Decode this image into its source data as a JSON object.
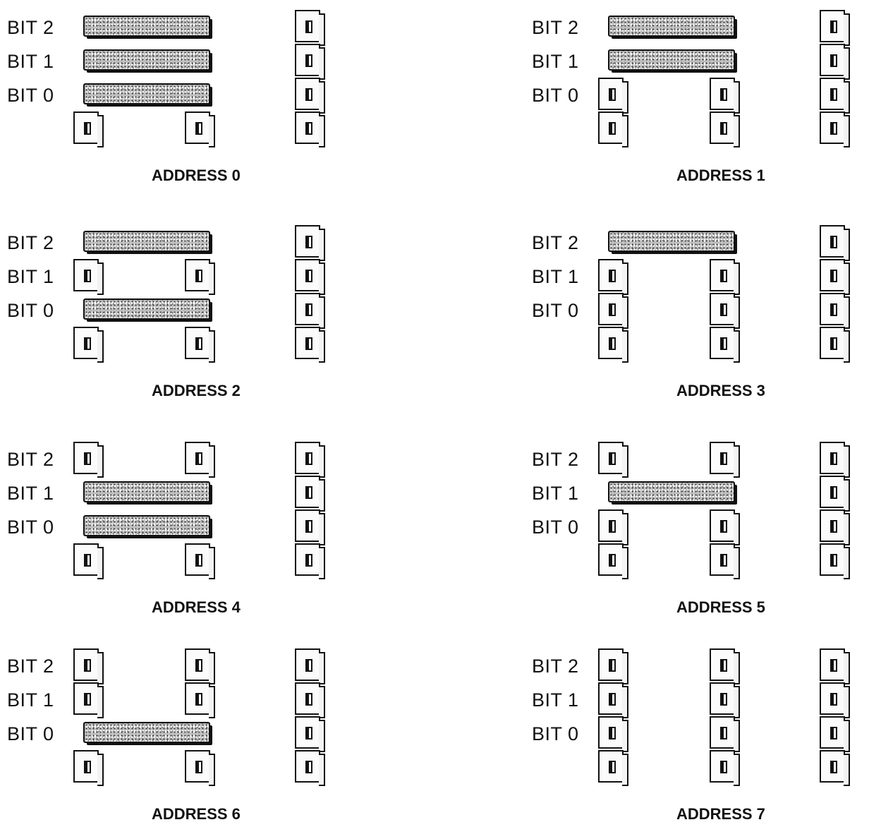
{
  "bit_labels": [
    "BIT 2",
    "BIT 1",
    "BIT 0"
  ],
  "panels": [
    {
      "address_label": "ADDRESS 0",
      "fill": [
        [
          true,
          true,
          true,
          false
        ],
        [
          true,
          true,
          true,
          false
        ],
        [
          false,
          false,
          false,
          false
        ]
      ]
    },
    {
      "address_label": "ADDRESS 1",
      "fill": [
        [
          true,
          true,
          false,
          false
        ],
        [
          true,
          true,
          false,
          false
        ],
        [
          false,
          false,
          true,
          false
        ]
      ]
    },
    {
      "address_label": "ADDRESS 2",
      "fill": [
        [
          true,
          false,
          true,
          false
        ],
        [
          true,
          false,
          true,
          false
        ],
        [
          false,
          true,
          false,
          false
        ]
      ]
    },
    {
      "address_label": "ADDRESS 3",
      "fill": [
        [
          true,
          false,
          false,
          false
        ],
        [
          true,
          false,
          false,
          false
        ],
        [
          false,
          true,
          true,
          false
        ]
      ]
    },
    {
      "address_label": "ADDRESS 4",
      "fill": [
        [
          false,
          true,
          true,
          false
        ],
        [
          false,
          true,
          true,
          false
        ],
        [
          true,
          false,
          false,
          false
        ]
      ]
    },
    {
      "address_label": "ADDRESS 5",
      "fill": [
        [
          false,
          true,
          false,
          false
        ],
        [
          false,
          true,
          false,
          false
        ],
        [
          true,
          false,
          true,
          false
        ]
      ]
    },
    {
      "address_label": "ADDRESS 6",
      "fill": [
        [
          false,
          false,
          true,
          false
        ],
        [
          false,
          false,
          true,
          false
        ],
        [
          true,
          true,
          false,
          false
        ]
      ]
    },
    {
      "address_label": "ADDRESS 7",
      "fill": [
        [
          false,
          false,
          false,
          false
        ],
        [
          false,
          false,
          false,
          false
        ],
        [
          true,
          true,
          true,
          false
        ]
      ]
    }
  ]
}
